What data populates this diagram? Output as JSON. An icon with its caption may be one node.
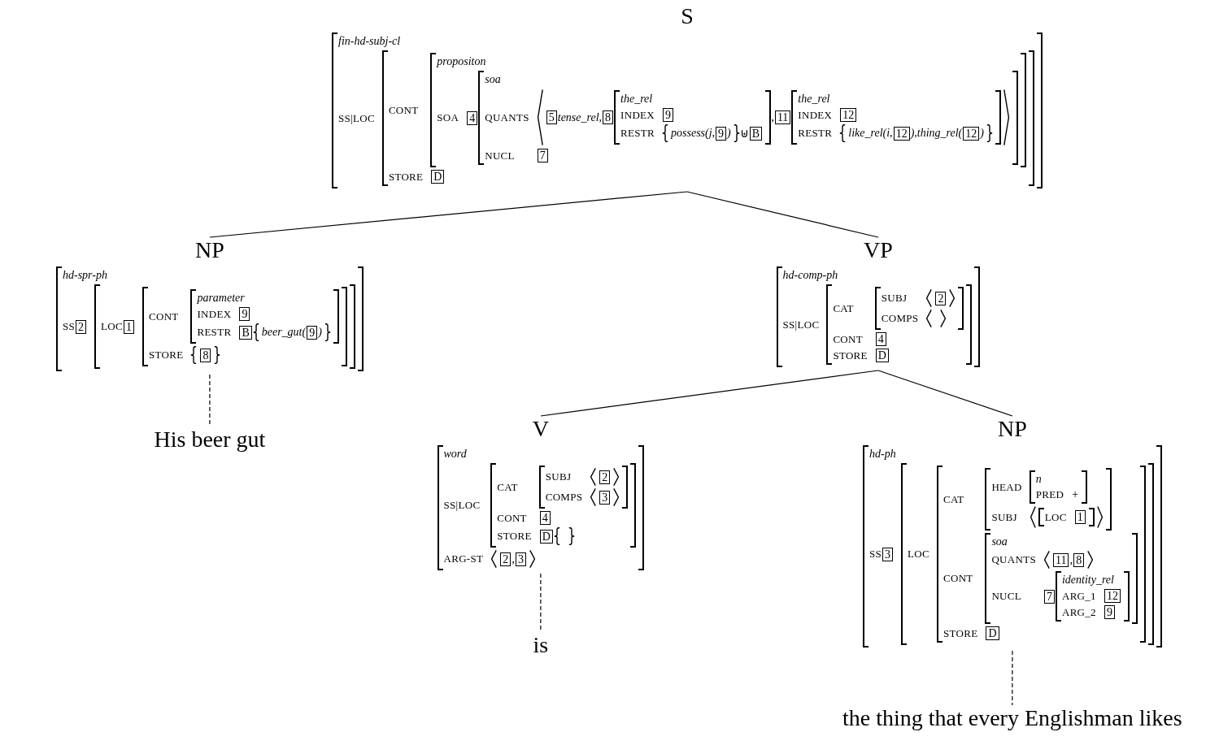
{
  "diagram": {
    "nodes": [
      {
        "text": [
          "S",
          "fin-hd-subj-cl",
          "SS|LOC",
          "CONT",
          "propositon",
          "SOA",
          "4",
          "soa",
          "QUANTS",
          "5",
          "tense_rel,",
          "8",
          "the_rel",
          "INDEX",
          "9",
          "RESTR",
          "possess(j,",
          "9",
          ")",
          "⊎",
          "B",
          ",",
          "11",
          "the_rel",
          "INDEX",
          "12",
          "RESTR",
          "like_rel(i,",
          "12",
          "),thing_rel(",
          "12",
          ")",
          "NUCL",
          "7",
          "STORE",
          "D"
        ]
      },
      {
        "text": [
          "NP",
          "hd-spr-ph",
          "SS",
          "2",
          "LOC",
          "1",
          "CONT",
          "parameter",
          "INDEX",
          "9",
          "RESTR",
          "B",
          "beer_gut(",
          "9",
          ")",
          "STORE",
          "8"
        ]
      },
      {
        "text": [
          "VP",
          "hd-comp-ph",
          "SS|LOC",
          "CAT",
          "SUBJ",
          "2",
          "COMPS",
          "CONT",
          "4",
          "STORE",
          "D"
        ]
      },
      {
        "text": [
          "His beer gut"
        ]
      },
      {
        "text": [
          "V",
          "word",
          "SS|LOC",
          "CAT",
          "SUBJ",
          "2",
          "COMPS",
          "3",
          "CONT",
          "4",
          "STORE",
          "D",
          "ARG-ST",
          "2",
          ",",
          "3"
        ]
      },
      {
        "text": [
          "NP",
          "hd-ph",
          "SS",
          "3",
          "LOC",
          "CAT",
          "HEAD",
          "n",
          "PRED",
          "+",
          "SUBJ",
          "LOC",
          "1",
          "CONT",
          "soa",
          "QUANTS",
          "11",
          ",",
          "8",
          "NUCL",
          "7",
          "identity_rel",
          "ARG_1",
          "12",
          "ARG_2",
          "9",
          "STORE",
          "D"
        ]
      },
      {
        "text": [
          "is"
        ]
      },
      {
        "text": [
          "the thing that every Englishman likes"
        ]
      }
    ],
    "edges": [
      {
        "from": 0,
        "to": 1,
        "arrow": "none"
      },
      {
        "from": 0,
        "to": 2,
        "arrow": "none"
      },
      {
        "from": 1,
        "to": 3,
        "arrow": "none",
        "style": "dashed"
      },
      {
        "from": 2,
        "to": 4,
        "arrow": "none"
      },
      {
        "from": 2,
        "to": 5,
        "arrow": "none"
      },
      {
        "from": 4,
        "to": 6,
        "arrow": "none",
        "style": "dashed"
      },
      {
        "from": 5,
        "to": 7,
        "arrow": "none",
        "style": "dashed"
      }
    ]
  }
}
